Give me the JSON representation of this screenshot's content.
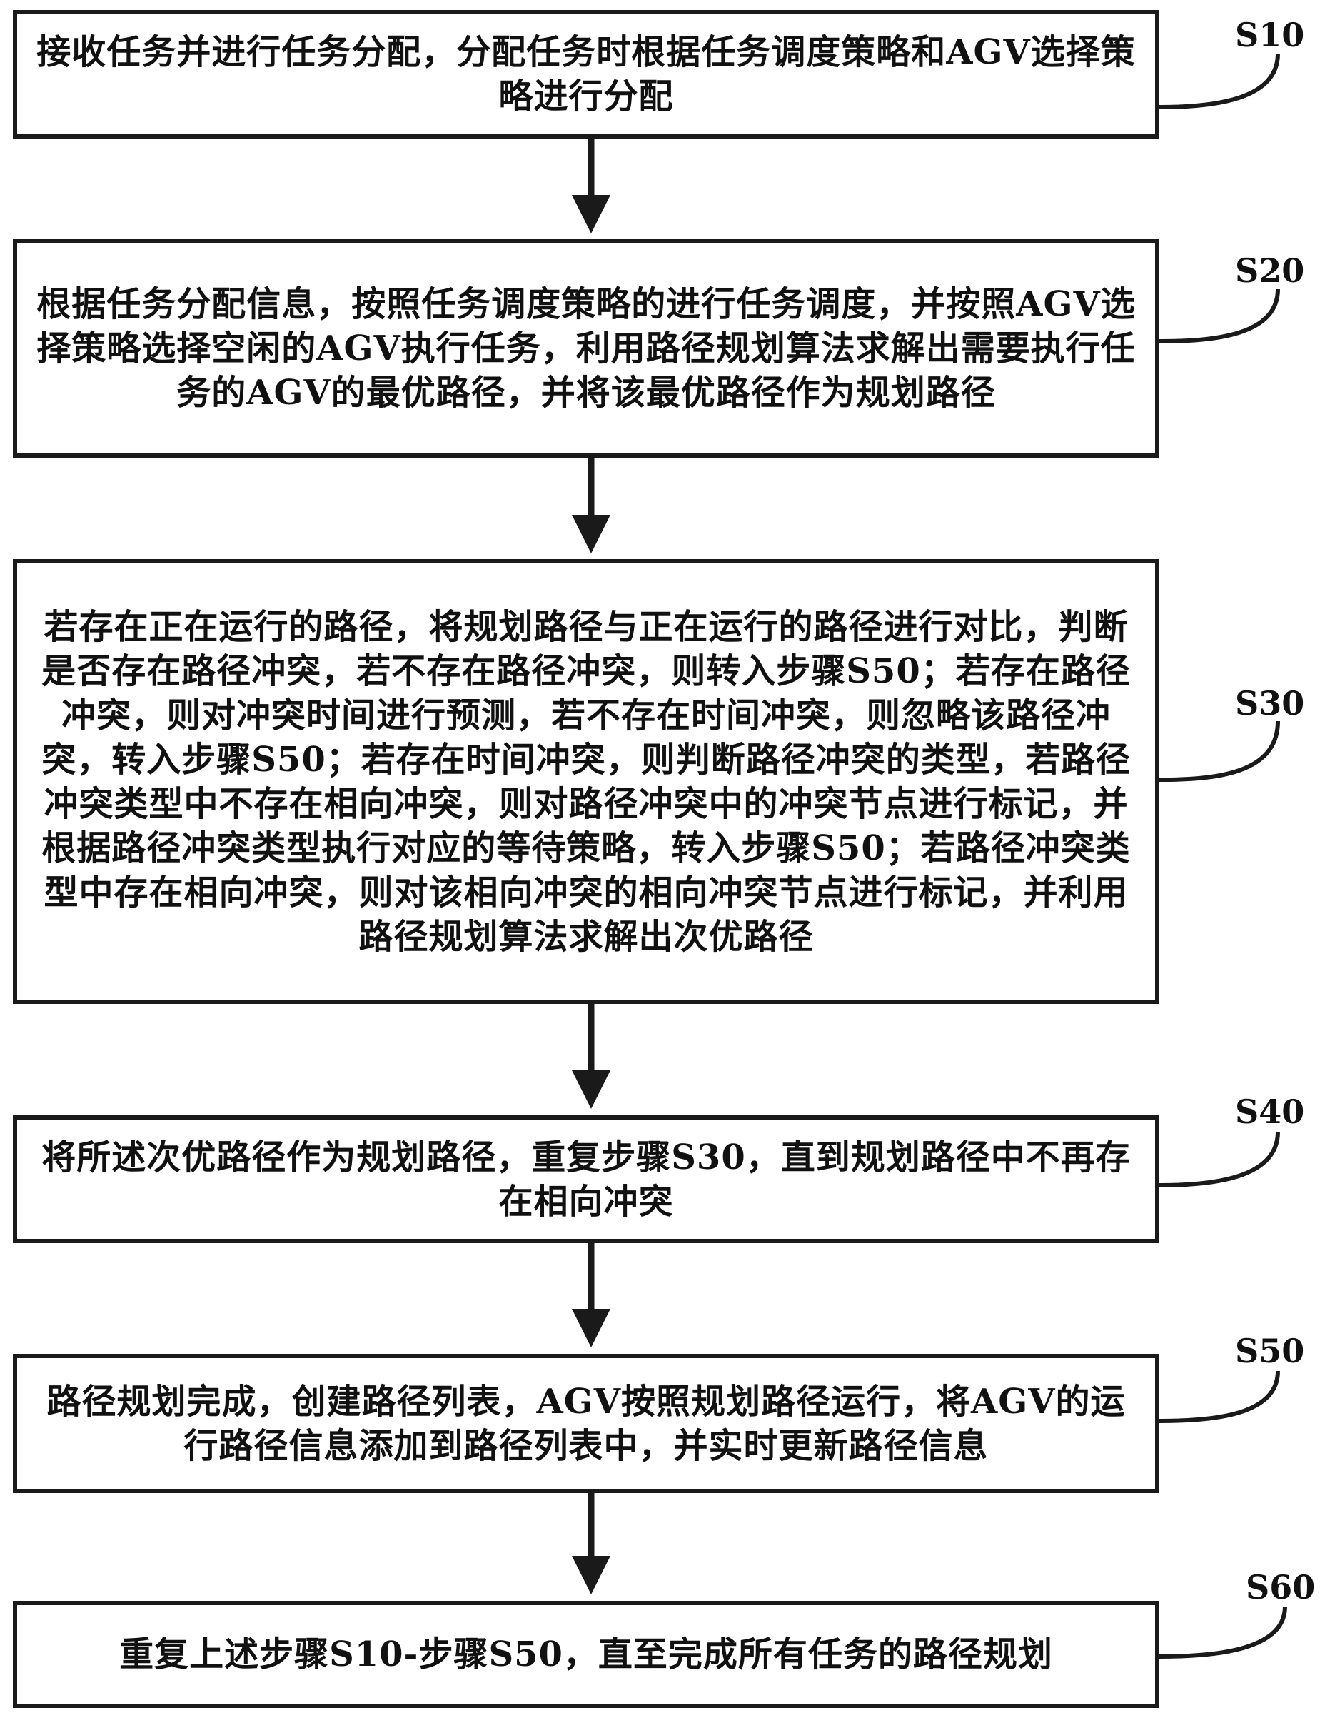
{
  "steps": [
    {
      "id": "S10",
      "text": "接收任务并进行任务分配，分配任务时根据任务调度策略和AGV选择策略进行分配"
    },
    {
      "id": "S20",
      "text": "根据任务分配信息，按照任务调度策略的进行任务调度，并按照AGV选择策略选择空闲的AGV执行任务，利用路径规划算法求解出需要执行任务的AGV的最优路径，并将该最优路径作为规划路径"
    },
    {
      "id": "S30",
      "text": "若存在正在运行的路径，将规划路径与正在运行的路径进行对比，判断是否存在路径冲突，若不存在路径冲突，则转入步骤S50；若存在路径冲突，则对冲突时间进行预测，若不存在时间冲突，则忽略该路径冲突，转入步骤S50；若存在时间冲突，则判断路径冲突的类型，若路径冲突类型中不存在相向冲突，则对路径冲突中的冲突节点进行标记，并根据路径冲突类型执行对应的等待策略，转入步骤S50；若路径冲突类型中存在相向冲突，则对该相向冲突的相向冲突节点进行标记，并利用路径规划算法求解出次优路径"
    },
    {
      "id": "S40",
      "text": "将所述次优路径作为规划路径，重复步骤S30，直到规划路径中不再存在相向冲突"
    },
    {
      "id": "S50",
      "text": "路径规划完成，创建路径列表，AGV按照规划路径运行，将AGV的运行路径信息添加到路径列表中，并实时更新路径信息"
    },
    {
      "id": "S60",
      "text": "重复上述步骤S10-步骤S50，直至完成所有任务的路径规划"
    }
  ]
}
